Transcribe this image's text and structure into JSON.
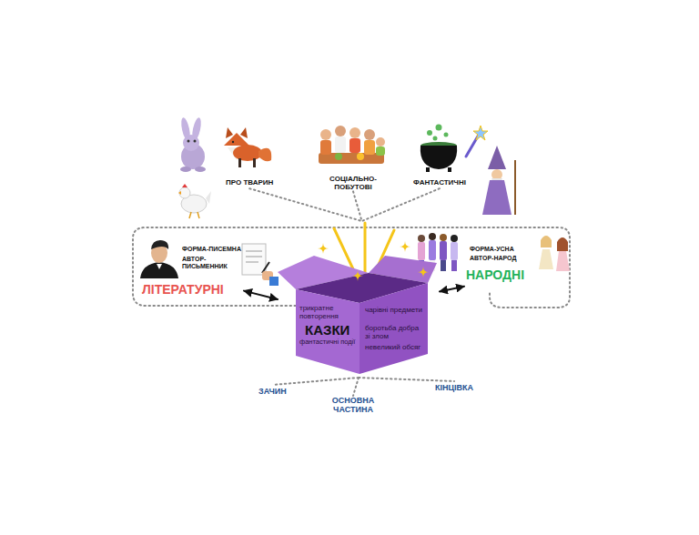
{
  "diagram": {
    "nodes": [
      {
        "text": [
          "ПРО ТВАРИН"
        ]
      },
      {
        "text": [
          "СОЦІАЛЬНО- ПОБУТОВІ"
        ]
      },
      {
        "text": [
          "ФАНТАСТИЧНІ"
        ]
      },
      {
        "text": [
          "ФОРМА-ПИСЕМНА",
          "АВТОР- ПИСЬМЕННИК",
          "ЛІТЕРАТУРНІ"
        ]
      },
      {
        "text": [
          "трикратне повторення",
          "КАЗКИ",
          "фантастичні події",
          "чарівні предмети",
          "боротьба добра зі злом",
          "невеликий обсяг"
        ]
      },
      {
        "text": [
          "ФОРМА-УСНА",
          "АВТОР-НАРОД",
          "НАРОДНІ"
        ]
      },
      {
        "text": [
          "ЗАЧИН"
        ]
      },
      {
        "text": [
          "ОСНОВНА ЧАСТИНА"
        ]
      },
      {
        "text": [
          "КІНЦІВКА"
        ]
      }
    ],
    "edges": [
      {
        "from": 0,
        "to": 4,
        "arrow": "none"
      },
      {
        "from": 1,
        "to": 4,
        "arrow": "none"
      },
      {
        "from": 2,
        "to": 4,
        "arrow": "none"
      },
      {
        "from": 3,
        "to": 4,
        "arrow": "both"
      },
      {
        "from": 4,
        "to": 5,
        "arrow": "both"
      },
      {
        "from": 4,
        "to": 6,
        "arrow": "none"
      },
      {
        "from": 4,
        "to": 7,
        "arrow": "none"
      },
      {
        "from": 4,
        "to": 8,
        "arrow": "none"
      }
    ]
  }
}
